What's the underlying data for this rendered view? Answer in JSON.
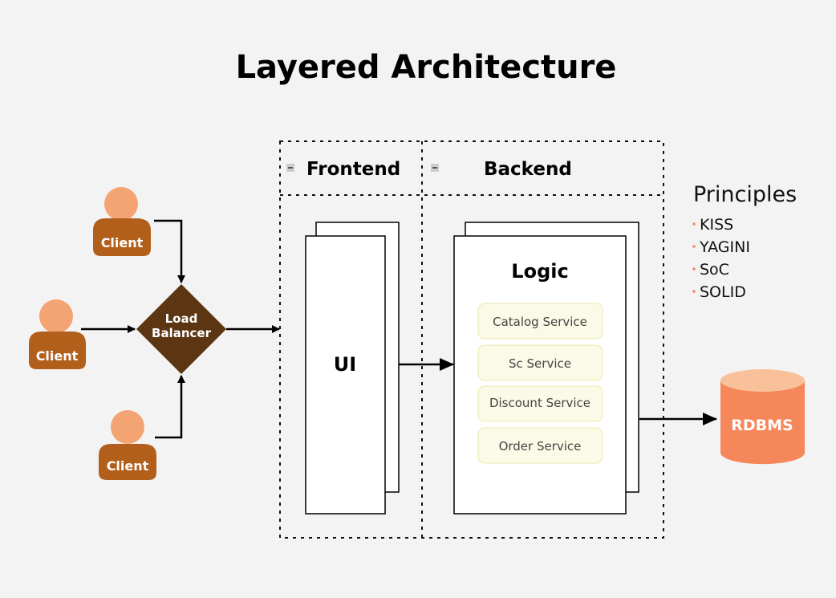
{
  "title": "Layered Architecture",
  "clients": [
    "Client",
    "Client",
    "Client"
  ],
  "load_balancer": {
    "line1": "Load",
    "line2": "Balancer"
  },
  "frontend": {
    "label": "Frontend",
    "component": "UI"
  },
  "backend": {
    "label": "Backend",
    "component": "Logic",
    "services": [
      "Catalog Service",
      "Sc Service",
      "Discount Service",
      "Order Service"
    ]
  },
  "database": "RDBMS",
  "principles": {
    "title": "Principles",
    "items": [
      "KISS",
      "YAGINI",
      "SoC",
      "SOLID"
    ]
  },
  "colors": {
    "client_head": "#f4a472",
    "client_body": "#b35f1c",
    "load_balancer": "#5c3613",
    "service_fill": "#fbfae6",
    "service_border": "#ece7b0",
    "database": "#f6875a",
    "bullet": "#f08a60"
  }
}
